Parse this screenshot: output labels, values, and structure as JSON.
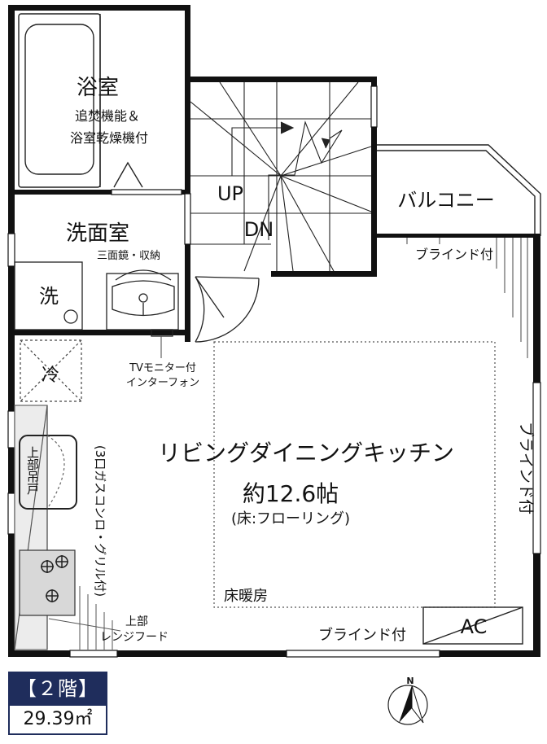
{
  "rooms": {
    "bathroom": {
      "name": "浴室",
      "note1": "追焚機能＆",
      "note2": "浴室乾燥機付"
    },
    "washroom": {
      "name": "洗面室",
      "mirror": "三面鏡・収納"
    },
    "washer": "洗",
    "fridge": "冷",
    "balcony": "バルコニー",
    "ldk": {
      "name": "リビングダイニングキッチン",
      "size": "約12.6帖",
      "floor": "(床:フローリング)"
    },
    "floor_heating": "床暖房"
  },
  "stairs": {
    "up": "UP",
    "down": "DN"
  },
  "annotations": {
    "blind_top": "ブラインド付",
    "blind_right": "ブラインド付",
    "blind_bottom": "ブラインド付",
    "tv_intercom_1": "TVモニター付",
    "tv_intercom_2": "インターフォン",
    "upper_cabinet": "上部吊戸",
    "stove": "(3口ガスコンロ・グリル付)",
    "hood_1": "上部",
    "hood_2": "レンジフード",
    "ac": "AC",
    "north": "N"
  },
  "floor_info": {
    "title": "【２階】",
    "area": "29.39㎡"
  }
}
